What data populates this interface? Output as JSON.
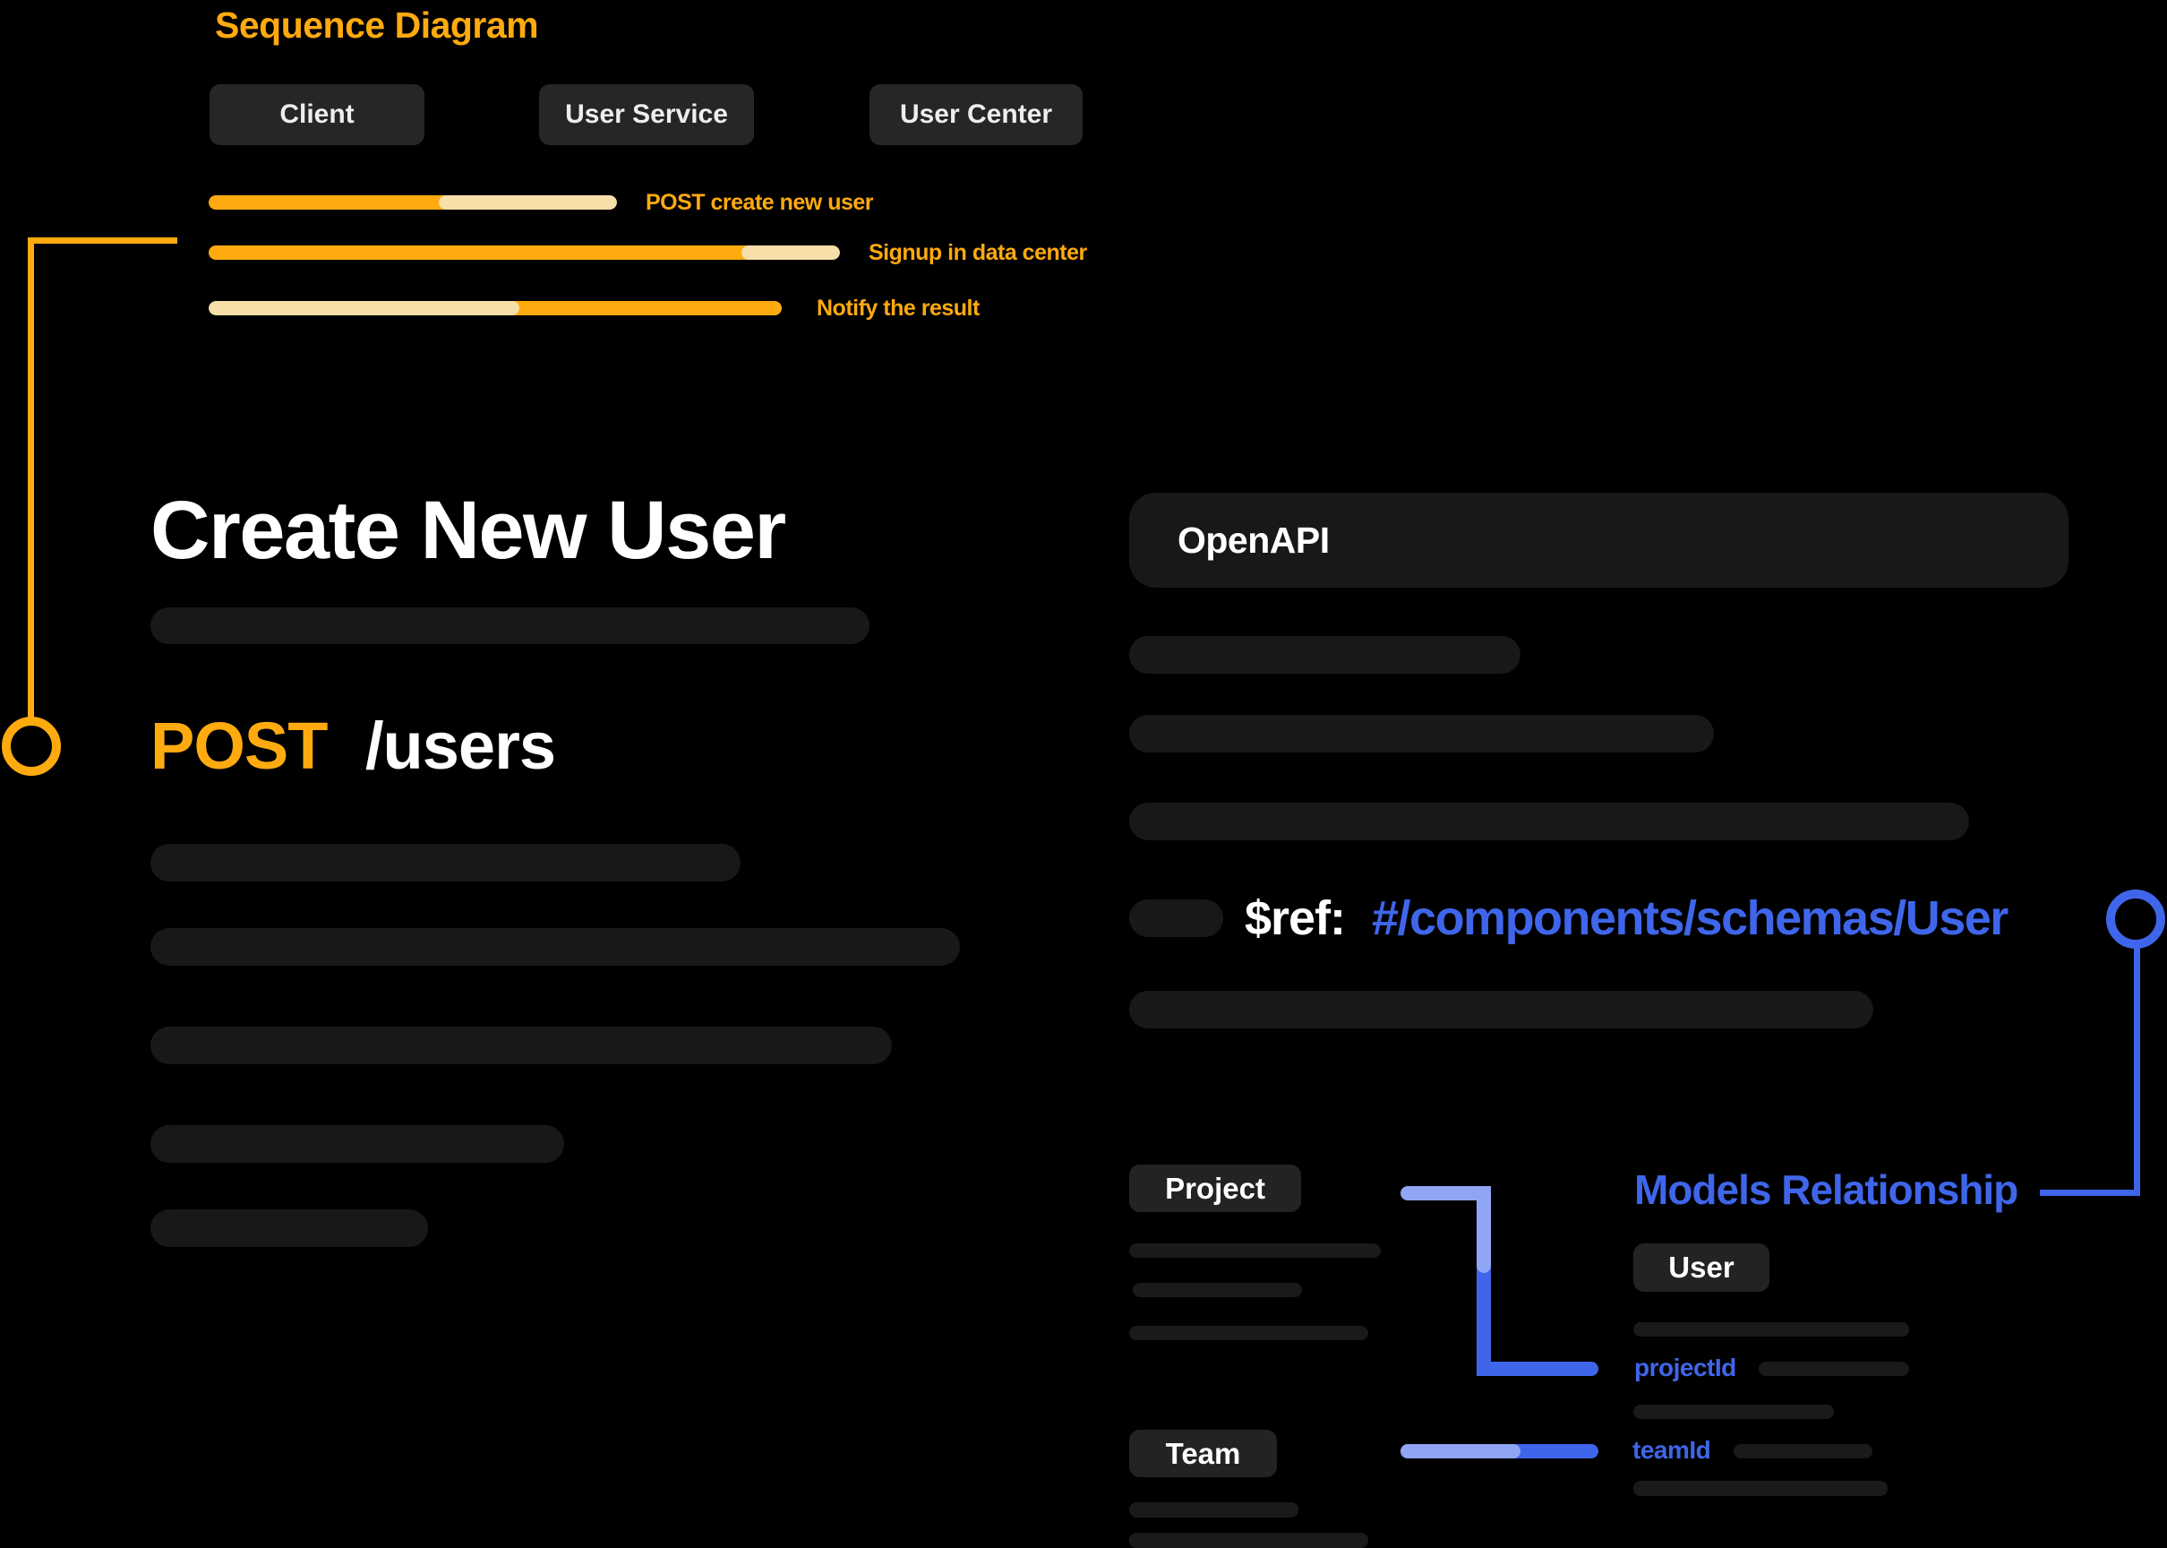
{
  "colors": {
    "background": "#000000",
    "orange": "#ffaa0f",
    "orange_light": "#f8dea8",
    "blue": "#3f66ea",
    "blue_light": "#90a6f4",
    "placeholder": "#181818",
    "box": "#262626",
    "text": "#ffffff"
  },
  "sequence": {
    "title": "Sequence Diagram",
    "actors": [
      {
        "label": "Client"
      },
      {
        "label": "User Service"
      },
      {
        "label": "User Center"
      }
    ],
    "messages": [
      {
        "label": "POST create new user",
        "from": "Client",
        "to": "User Service"
      },
      {
        "label": "Signup in data center",
        "from": "User Service",
        "to": "User Center"
      },
      {
        "label": "Notify the result",
        "from": "User Center",
        "to": "Client"
      }
    ]
  },
  "endpoint": {
    "title": "Create New User",
    "method": "POST",
    "path": "/users"
  },
  "openapi": {
    "header": "OpenAPI",
    "ref_key": "$ref:",
    "ref_value": "#/components/schemas/User"
  },
  "models": {
    "title": "Models Relationship",
    "entities": [
      {
        "name": "Project"
      },
      {
        "name": "Team"
      },
      {
        "name": "User",
        "fields": [
          {
            "name": "projectId"
          },
          {
            "name": "teamId"
          }
        ]
      }
    ]
  }
}
